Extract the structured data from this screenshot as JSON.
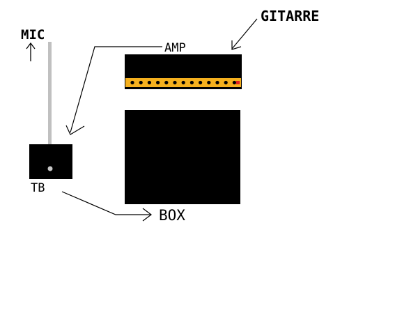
{
  "labels": {
    "mic": "MIC",
    "amp": "AMP",
    "gitarre": "GITARRE",
    "tb": "TB",
    "box": "BOX"
  },
  "colors": {
    "background": "#ffffff",
    "device": "#000000",
    "stick": "#c0c0c0",
    "panel": "#f5b01e",
    "knob": "#000000",
    "led": "#e02020",
    "line": "#000000"
  }
}
